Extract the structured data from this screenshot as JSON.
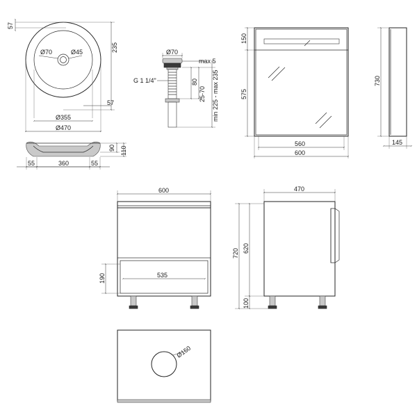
{
  "sink_top": {
    "d_57_top": "57",
    "d_235": "235",
    "d_70": "Ø70",
    "d_45": "Ø45",
    "d_57_side": "57",
    "d_355": "Ø355",
    "d_470": "Ø470"
  },
  "sink_side": {
    "d_90": "90",
    "d_110": "110",
    "d_55_left": "55",
    "d_360": "360",
    "d_55_right": "55"
  },
  "drain": {
    "d_70": "Ø70",
    "max5": "max 5",
    "thread": "G 1 1/4\"",
    "d_80": "80",
    "d_25_70": "25-70",
    "d_range": "min 225 - max 235"
  },
  "mirror": {
    "d_150": "150",
    "d_575": "575",
    "d_560": "560",
    "d_600": "600",
    "d_730": "730",
    "d_145": "145"
  },
  "cabinet_front": {
    "d_600": "600",
    "d_190": "190",
    "d_535": "535"
  },
  "cabinet_side": {
    "d_470": "470",
    "d_720": "720",
    "d_620": "620",
    "d_100": "100"
  },
  "cabinet_top": {
    "d_150": "Ø150"
  }
}
